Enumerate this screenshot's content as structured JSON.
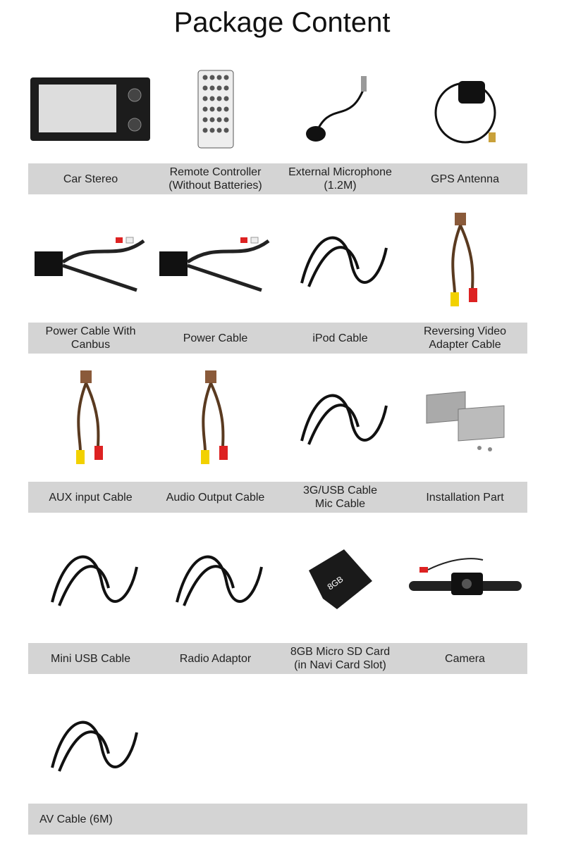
{
  "title": "Package Content",
  "rows": [
    {
      "items": [
        {
          "label": "Car Stereo",
          "icon": "car-stereo"
        },
        {
          "label": "Remote Controller\n(Without Batteries)",
          "icon": "remote"
        },
        {
          "label": "External Microphone\n(1.2M)",
          "icon": "microphone"
        },
        {
          "label": "GPS Antenna",
          "icon": "gps"
        }
      ]
    },
    {
      "items": [
        {
          "label": "Power Cable With Canbus",
          "icon": "harness"
        },
        {
          "label": "Power Cable",
          "icon": "harness"
        },
        {
          "label": "iPod Cable",
          "icon": "cable"
        },
        {
          "label": "Reversing Video\nAdapter Cable",
          "icon": "rca-cable"
        }
      ]
    },
    {
      "items": [
        {
          "label": "AUX input Cable",
          "icon": "rca-cable"
        },
        {
          "label": "Audio Output Cable",
          "icon": "rca-cable"
        },
        {
          "label": "3G/USB Cable\nMic Cable",
          "icon": "cable"
        },
        {
          "label": "Installation Part",
          "icon": "brackets"
        }
      ]
    },
    {
      "items": [
        {
          "label": "Mini USB Cable",
          "icon": "cable"
        },
        {
          "label": "Radio Adaptor",
          "icon": "cable"
        },
        {
          "label": "8GB Micro SD Card\n(in Navi Card Slot)",
          "icon": "sdcard"
        },
        {
          "label": "Camera",
          "icon": "camera"
        }
      ]
    },
    {
      "items": [
        {
          "label": "AV Cable (6M)",
          "icon": "cable"
        }
      ]
    }
  ],
  "sdcard_text": "8GB"
}
